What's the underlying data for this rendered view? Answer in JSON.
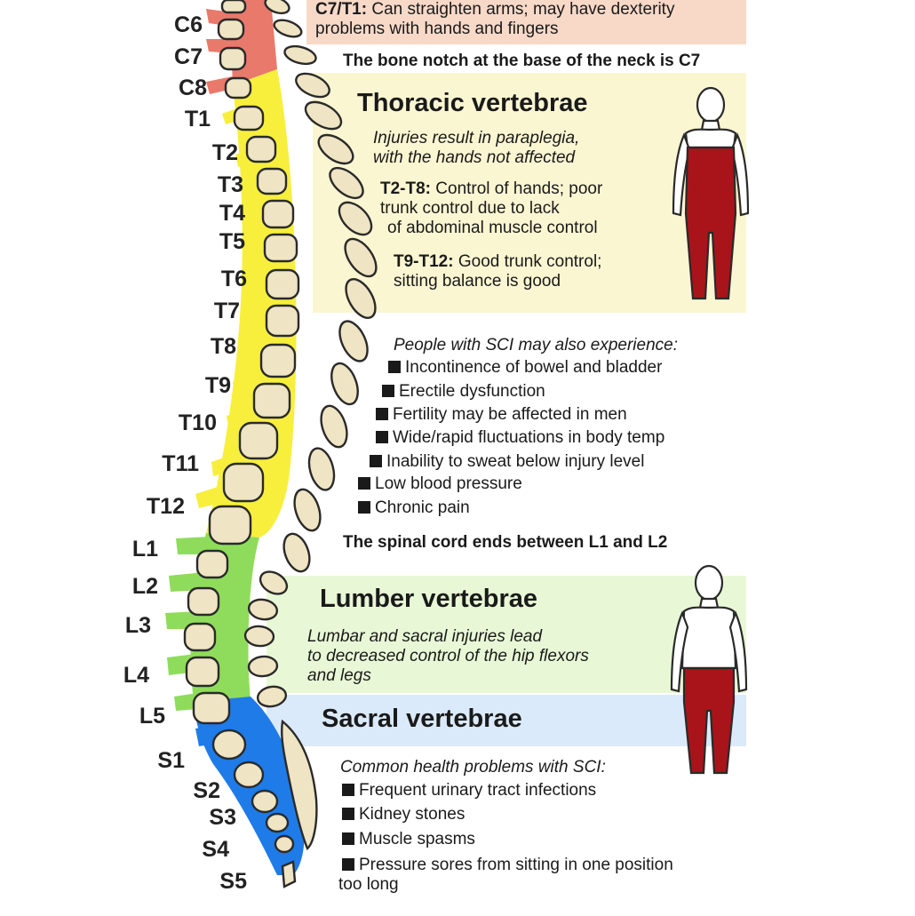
{
  "cervical": {
    "c7t1_term": "C7/T1:",
    "c7t1_line1": "Can straighten arms; may have dexterity",
    "c7t1_line2": "problems with hands and fingers",
    "notch_note": "The bone notch at the base of the neck is C7"
  },
  "thoracic": {
    "heading": "Thoracic vertebrae",
    "intro_line1": "Injuries result in paraplegia,",
    "intro_line2": "with the hands not affected",
    "t2t8_term": "T2-T8:",
    "t2t8_line1": "Control of hands; poor",
    "t2t8_line2": "trunk control due to lack",
    "t2t8_line3": "of abdominal muscle control",
    "t9t12_term": "T9-T12:",
    "t9t12_line1": "Good trunk control;",
    "t9t12_line2": "sitting balance is good"
  },
  "experience": {
    "heading": "People with SCI may also experience:",
    "items": [
      "Incontinence of bowel and bladder",
      "Erectile dysfunction",
      "Fertility may be affected in men",
      "Wide/rapid fluctuations in body temp",
      "Inability to sweat below injury level",
      "Low blood pressure",
      "Chronic pain"
    ]
  },
  "cord_note": "The spinal cord ends between L1 and L2",
  "lumbar": {
    "heading": "Lumber vertebrae",
    "line1": "Lumbar and sacral injuries lead",
    "line2": "to decreased control of the hip flexors",
    "line3": "and legs"
  },
  "sacral": {
    "heading": "Sacral vertebrae"
  },
  "common": {
    "heading": "Common health problems with SCI:",
    "items": [
      "Frequent urinary tract infections",
      "Kidney stones",
      "Muscle spasms",
      "Pressure sores from sitting in one position"
    ],
    "last_line2": "too long"
  },
  "vertebra_labels": [
    "C6",
    "C7",
    "C8",
    "T1",
    "T2",
    "T3",
    "T4",
    "T5",
    "T6",
    "T7",
    "T8",
    "T9",
    "T10",
    "T11",
    "T12",
    "L1",
    "L2",
    "L3",
    "L4",
    "L5",
    "S1",
    "S2",
    "S3",
    "S4",
    "S5"
  ],
  "colors": {
    "cervical": "#e9796b",
    "thoracic": "#f7ef3c",
    "lumbar": "#8fdc5c",
    "sacral": "#1e7be8",
    "bone": "#efe4c3",
    "figure_red": "#a8141a",
    "thoracic_panel": "#fbf6d2",
    "lumbar_panel": "#e8f8d6",
    "sacral_panel": "#dbeafa",
    "cervical_panel": "#f8d9c8"
  }
}
